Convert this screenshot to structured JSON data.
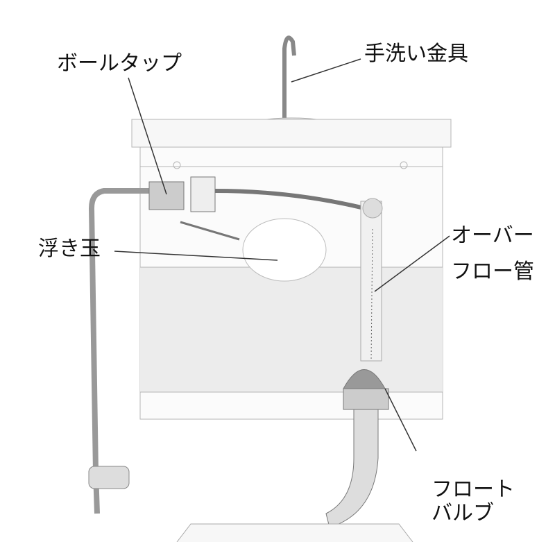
{
  "labels": {
    "ball_tap": "ボールタップ",
    "hand_wash_fitting": "手洗い金具",
    "float_ball": "浮き玉",
    "overflow_pipe_line1": "オーバー",
    "overflow_pipe_line2": "フロー管",
    "float_valve_line1": "フロート",
    "float_valve_line2": "バルブ"
  },
  "colors": {
    "text": "#111111",
    "leader": "#333333",
    "drawing": "#9a9a9a",
    "water": "#e6e6e6"
  }
}
